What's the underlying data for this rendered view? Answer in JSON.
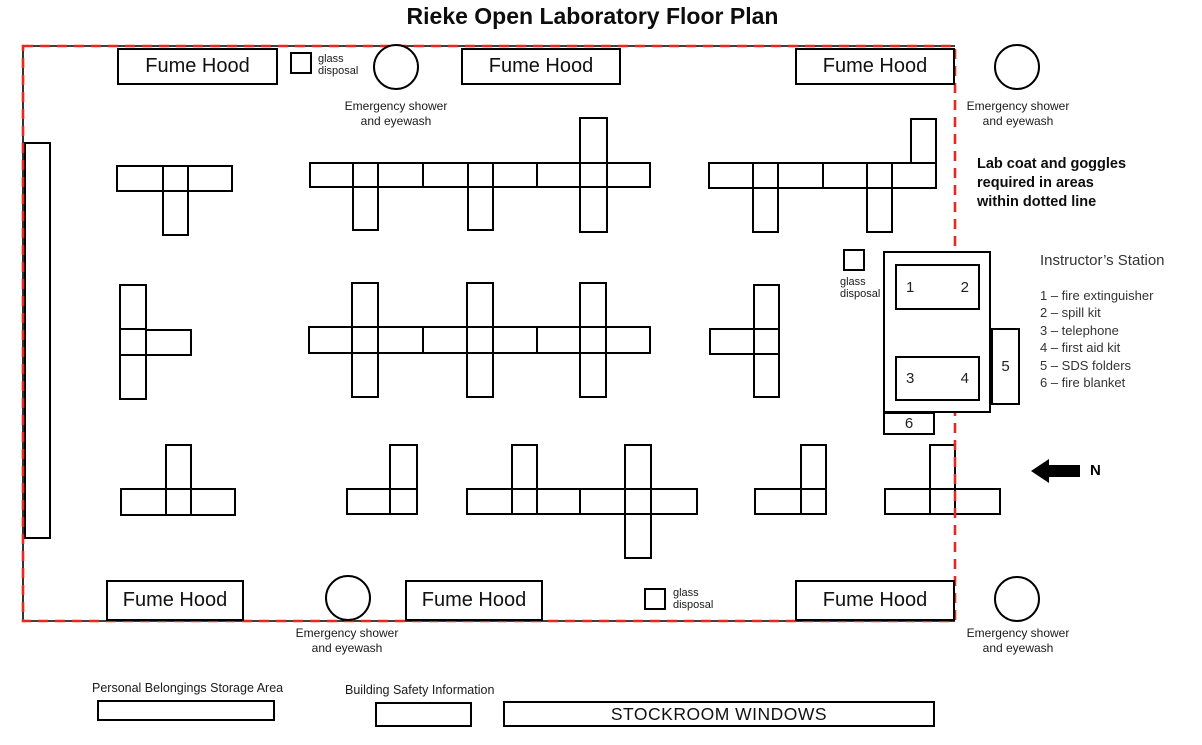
{
  "title": "Rieke Open Laboratory Floor Plan",
  "labels": {
    "fume_hood": "Fume Hood",
    "glass": "glass",
    "disposal": "disposal",
    "emergency_shower_line1": "Emergency shower",
    "emergency_shower_line2": "and eyewash",
    "north": "N"
  },
  "ppe_note": {
    "line1": "Lab coat and goggles",
    "line2": "required in areas",
    "line3": "within dotted line"
  },
  "instructor_station": {
    "title": "Instructor’s Station",
    "positions": {
      "n1": "1",
      "n2": "2",
      "n3": "3",
      "n4": "4",
      "n5": "5",
      "n6": "6"
    },
    "legend": [
      "1 – fire extinguisher",
      "2 – spill kit",
      "3 – telephone",
      "4 – first aid kit",
      "5 – SDS folders",
      "6 – fire blanket"
    ]
  },
  "bottom": {
    "personal_storage": "Personal Belongings Storage Area",
    "building_safety": "Building Safety Information",
    "stockroom": "STOCKROOM WINDOWS"
  },
  "colors": {
    "boundary_dashed": "#e8281f",
    "ink": "#000000"
  }
}
